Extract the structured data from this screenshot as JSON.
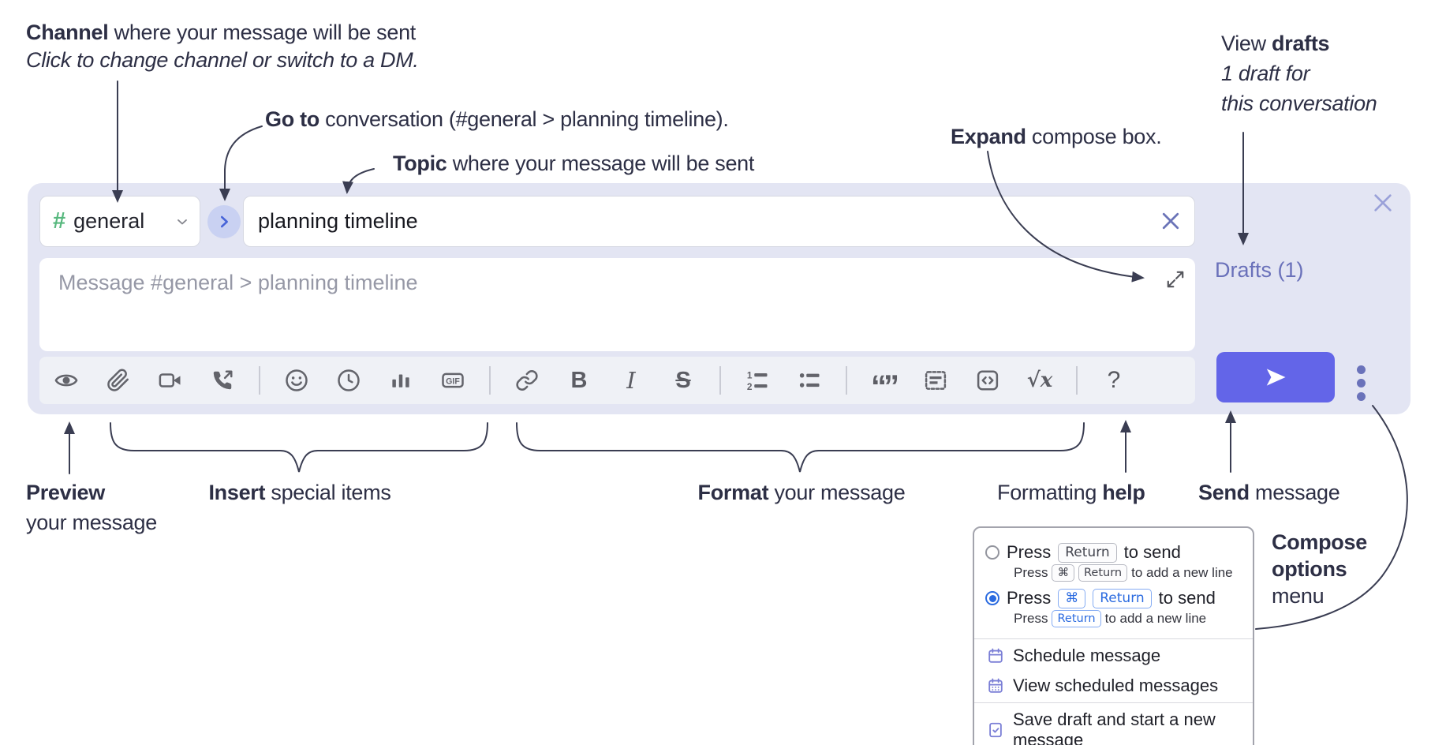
{
  "annotations": {
    "channel": {
      "bold": "Channel",
      "rest": " where your message will be sent",
      "line2": "Click to change channel or switch to a DM."
    },
    "goto": {
      "bold": "Go to",
      "rest": " conversation (#general > planning timeline)."
    },
    "topic": {
      "bold": "Topic",
      "rest": " where your message will be sent"
    },
    "expand": {
      "bold": "Expand",
      "rest": " compose box."
    },
    "drafts": {
      "pre": "View ",
      "bold": "drafts",
      "line2": "1 draft for",
      "line3": "this conversation"
    },
    "preview": {
      "bold": "Preview",
      "line2": "your message"
    },
    "insert": {
      "bold": "Insert",
      "rest": " special items"
    },
    "format": {
      "bold": "Format",
      "rest": " your message"
    },
    "help": {
      "pre": "Formatting ",
      "bold": "help"
    },
    "send": {
      "bold": "Send",
      "rest": " message"
    },
    "compose_options": {
      "bold1": "Compose",
      "bold2": "options",
      "line3": "menu"
    }
  },
  "compose": {
    "channel_selector": {
      "hash": "#",
      "label": "general"
    },
    "topic_input": {
      "value": "planning timeline"
    },
    "message_input": {
      "placeholder": "Message #general > planning timeline"
    },
    "drafts_link": "Drafts (1)",
    "toolbar": {
      "icons": [
        "preview-eye",
        "attach-paperclip",
        "video-call",
        "voice-call",
        "emoji",
        "time",
        "poll",
        "gif",
        "link",
        "bold",
        "italic",
        "strikethrough",
        "numbered-list",
        "bulleted-list",
        "quote",
        "spoiler",
        "code",
        "math",
        "help"
      ],
      "labels": {
        "gif": "GIF",
        "bold": "B",
        "italic": "I",
        "strike": "S",
        "quote": "“”",
        "math": "√x",
        "help": "?"
      }
    }
  },
  "options_menu": {
    "radio1": {
      "pre": "Press",
      "key1": "Return",
      "post": "to send",
      "sub_pre": "Press",
      "sub_key1": "⌘",
      "sub_key2": "Return",
      "sub_post": "to add a new line"
    },
    "radio2": {
      "pre": "Press",
      "key1": "⌘",
      "key2": "Return",
      "post": "to send",
      "sub_pre": "Press",
      "sub_key1": "Return",
      "sub_post": "to add a new line"
    },
    "items": [
      {
        "label": "Schedule message",
        "icon": "calendar-icon"
      },
      {
        "label": "View scheduled messages",
        "icon": "calendar-grid-icon"
      },
      {
        "label": "Save draft and start a new message",
        "icon": "save-draft-icon"
      }
    ]
  },
  "colors": {
    "compose_bg": "#e3e5f3",
    "send_button": "#6365e8",
    "drafts_link": "#6a71ba",
    "hash_green": "#57b87e",
    "goto_blue": "#4663d8",
    "key_blue": "#2b6be0",
    "menu_icon_purple": "#7b7fd6",
    "annotation_text": "#2d2f45"
  }
}
